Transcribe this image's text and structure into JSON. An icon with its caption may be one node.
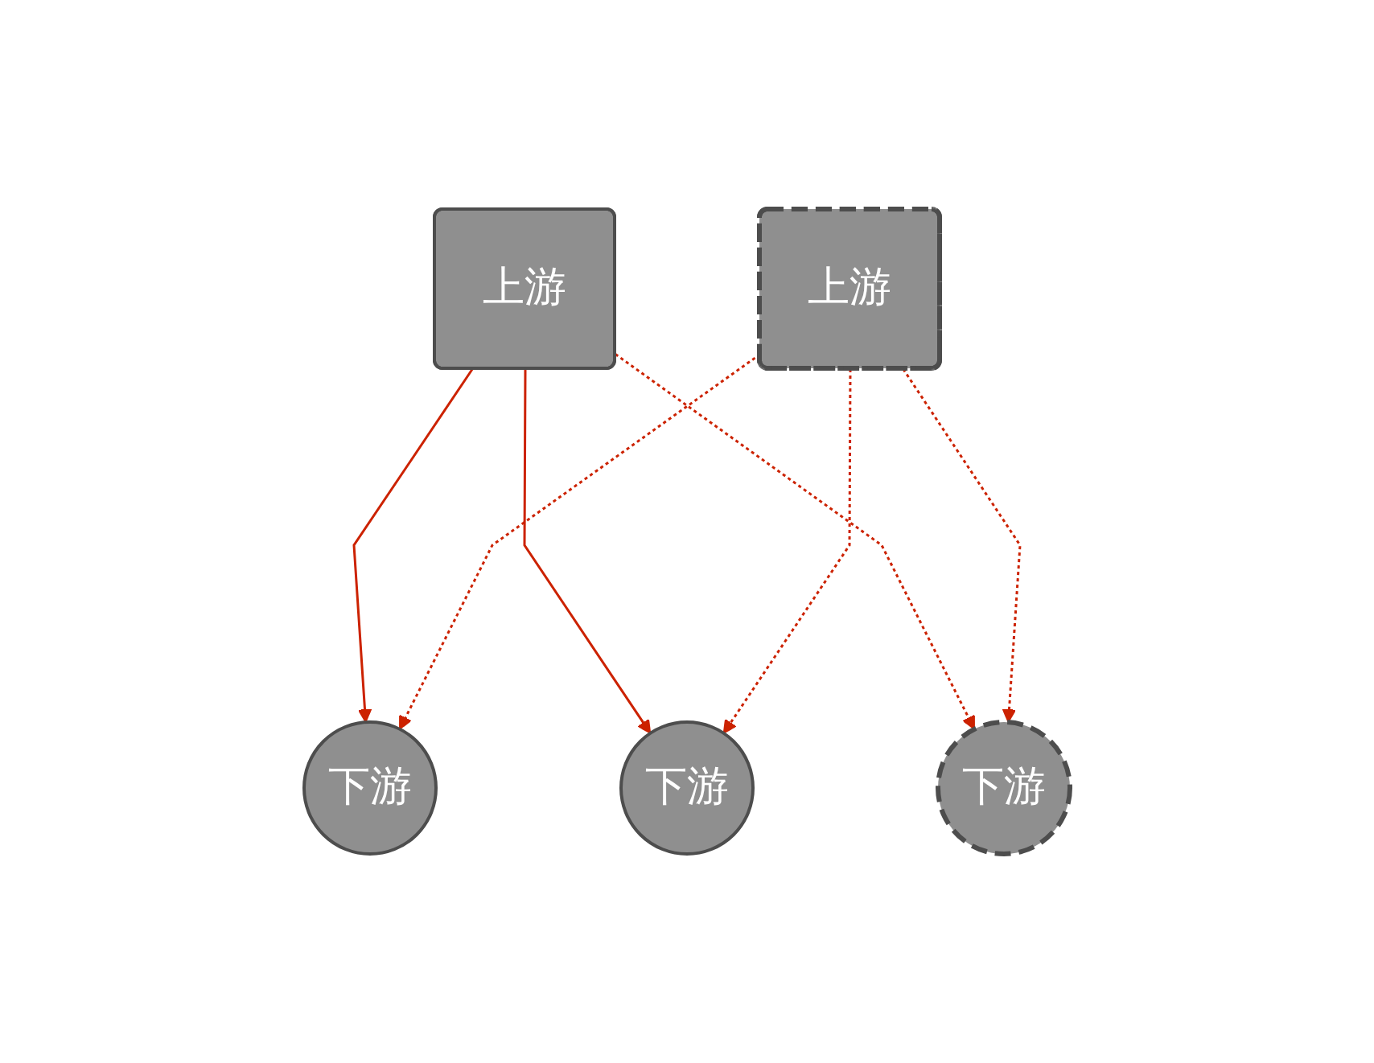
{
  "diagram": {
    "nodes": [
      {
        "text": [
          "上游"
        ]
      },
      {
        "text": [
          "上游"
        ]
      },
      {
        "text": [
          "下游"
        ]
      },
      {
        "text": [
          "下游"
        ]
      },
      {
        "text": [
          "下游"
        ]
      }
    ],
    "edges": [
      {
        "from": 0,
        "to": 2,
        "arrow": "to"
      },
      {
        "from": 0,
        "to": 3,
        "arrow": "to"
      },
      {
        "from": 0,
        "to": 4,
        "arrow": "to",
        "style": "dashed"
      },
      {
        "from": 1,
        "to": 2,
        "arrow": "to",
        "style": "dashed"
      },
      {
        "from": 1,
        "to": 3,
        "arrow": "to",
        "style": "dashed"
      },
      {
        "from": 1,
        "to": 4,
        "arrow": "to",
        "style": "dashed"
      }
    ]
  }
}
